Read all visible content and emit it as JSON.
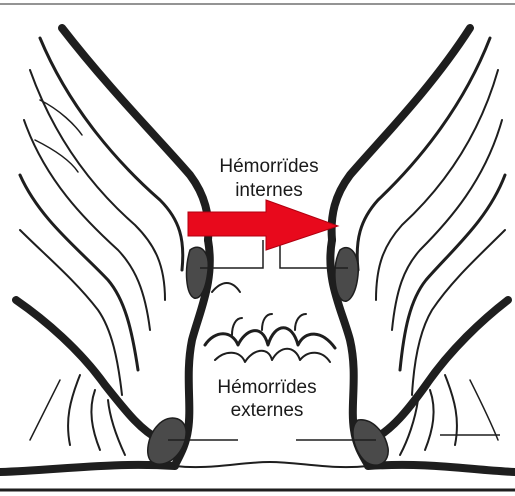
{
  "labels": {
    "internal_line1": "Hémorrïdes",
    "internal_line2": "internes",
    "external_line1": "Hémorrïdes",
    "external_line2": "externes"
  },
  "colors": {
    "arrow": "#e8091c",
    "hemorrhoid_fill": "#4a4a4a",
    "outline": "#1e1e1e"
  }
}
